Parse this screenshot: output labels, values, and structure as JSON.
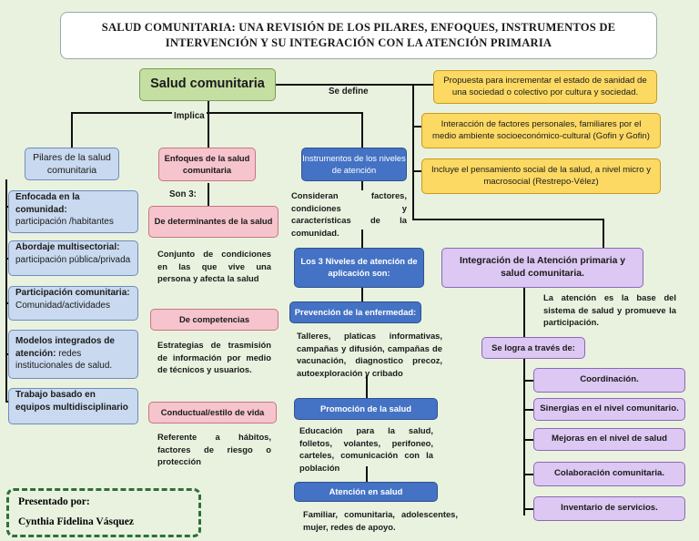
{
  "title": {
    "line1": "SALUD COMUNITARIA: UNA REVISIÓN DE LOS PILARES, ENFOQUES, INSTRUMENTOS DE",
    "line2": "INTERVENCIÓN Y SU INTEGRACIÓN CON LA ATENCIÓN PRIMARIA"
  },
  "central": {
    "label": "Salud comunitaria"
  },
  "connectors": {
    "se_define": "Se define",
    "implica": "Implica"
  },
  "definitions": [
    "Propuesta para incrementar el estado de sanidad de una sociedad o colectivo por cultura y sociedad.",
    "Interacción de factores personales, familiares por el medio ambiente socioeconómico-cultural (Gofin y Gofin)",
    "Incluye el pensamiento social de la salud, a nivel micro y macrosocial (Restrepo-Vélez)"
  ],
  "pilares": {
    "header": "Pilares de la salud comunitaria",
    "items": [
      {
        "title": "Enfocada en la comunidad:",
        "detail": "participación /habitantes"
      },
      {
        "title": "Abordaje multisectorial:",
        "detail": "participación pública/privada"
      },
      {
        "title": "Participación comunitaria:",
        "detail": "Comunidad/actividades"
      },
      {
        "title": "Modelos integrados de atención:",
        "detail": "redes institucionales de salud."
      },
      {
        "title": "Trabajo basado en equipos multidisciplinario",
        "detail": ""
      }
    ]
  },
  "enfoques": {
    "header": "Enfoques de la salud comunitaria",
    "intro": "Son 3:",
    "items": [
      {
        "label": "De determinantes de la salud",
        "desc": "Conjunto de condiciones en las que vive una persona y afecta la salud"
      },
      {
        "label": "De competencias",
        "desc": "Estrategias de trasmisión de información por medio de técnicos y usuarios."
      },
      {
        "label": "Conductual/estilo de vida",
        "desc": "Referente a hábitos, factores de riesgo o protección"
      }
    ]
  },
  "instrumentos": {
    "header": "Instrumentos de los niveles de atención",
    "desc": "Consideran factores, condiciones y características de la comunidad.",
    "sub": "Los 3 Niveles de atención de aplicación son:",
    "items": [
      {
        "label": "Prevención de la enfermedad:",
        "desc": "Talleres, platicas informativas, campañas y difusión, campañas de vacunación, diagnostico precoz, autoexploración y cribado"
      },
      {
        "label": "Promoción de la salud",
        "desc": "Educación para la salud, folletos, volantes, perifoneo, carteles, comunicación con la población"
      },
      {
        "label": "Atención en salud",
        "desc": "Familiar, comunitaria, adolescentes, mujer, redes de apoyo."
      }
    ]
  },
  "integracion": {
    "header": "Integración de la Atención primaria y salud comunitaria.",
    "desc": "La atención es la base del sistema de salud y promueve la participación.",
    "via": "Se logra a través de:",
    "items": [
      "Coordinación.",
      "Sinergias en el nivel comunitario.",
      "Mejoras en el nivel de salud",
      "Colaboración comunitaria.",
      "Inventario de servicios."
    ]
  },
  "presenter": {
    "label": "Presentado por:",
    "name": "Cynthia Fidelina Vásquez"
  }
}
